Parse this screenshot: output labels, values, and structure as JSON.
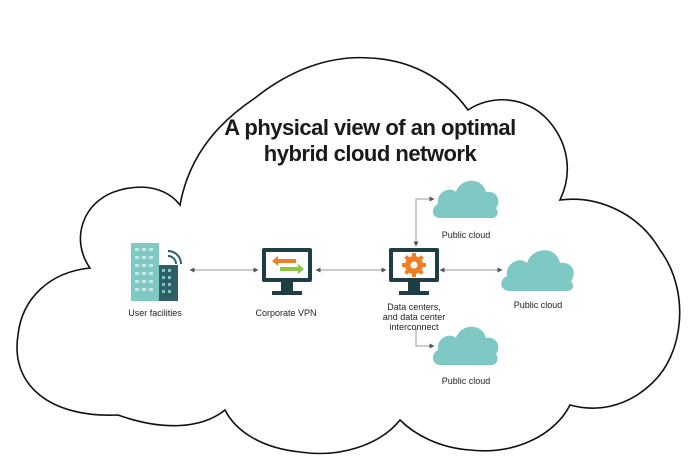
{
  "title": {
    "line1": "A physical view of an optimal",
    "line2": "hybrid cloud network"
  },
  "nodes": {
    "user_facilities": {
      "label": "User facilities",
      "icon": "office-buildings-icon"
    },
    "corporate_vpn": {
      "label": "Corporate VPN",
      "icon": "monitor-arrows-icon"
    },
    "data_centers": {
      "label_lines": [
        "Data centers,",
        "and data center",
        "interconnect"
      ],
      "icon": "monitor-gear-icon"
    },
    "public_cloud_top": {
      "label": "Public cloud",
      "icon": "cloud-icon"
    },
    "public_cloud_right": {
      "label": "Public cloud",
      "icon": "cloud-icon"
    },
    "public_cloud_bottom": {
      "label": "Public cloud",
      "icon": "cloud-icon"
    }
  },
  "colors": {
    "cloud_teal": "#7fc9c4",
    "building_dark": "#2f5e66",
    "building_light": "#7fc9c4",
    "monitor_dark": "#1f3d44",
    "accent_orange": "#f07f24",
    "accent_green": "#8dc63f",
    "connector": "#9a9a9a",
    "outline": "#111111"
  }
}
